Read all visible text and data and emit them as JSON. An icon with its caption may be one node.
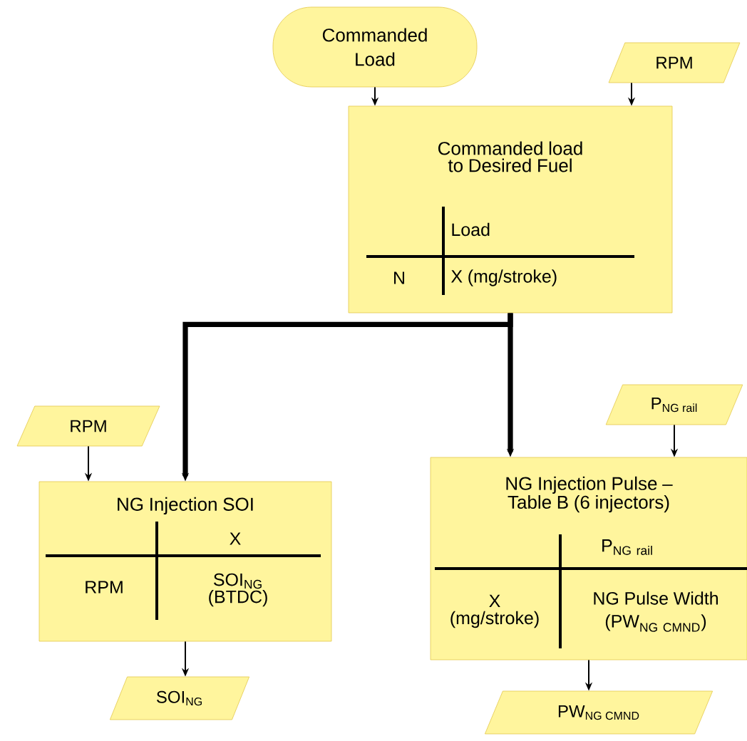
{
  "diagram": {
    "nodes": [
      {
        "text": [
          "Commanded Load"
        ]
      },
      {
        "text": [
          "RPM"
        ]
      },
      {
        "text": [
          "Commanded load to Desired Fuel",
          "Load",
          "N",
          "X (mg/stroke)"
        ]
      },
      {
        "text": [
          "RPM"
        ]
      },
      {
        "text": [
          "NG Injection SOI",
          "X",
          "RPM",
          "SOI$_{NG}$ (BTDC)"
        ]
      },
      {
        "text": [
          "\\text{P}_{\\text{NG rail}}"
        ]
      },
      {
        "text": [
          "NG Injection Pulse – Table B (6 injectors)",
          "\\text{P}_{\\text{NG rail}}",
          "X (mg/stroke)",
          "\\begin{array}{c}\\text{NG Pulse Width}\\\\ \\text{(PW}_{\\text{NG CMND}}\\text{)}\\end{array}"
        ]
      },
      {
        "text": [
          "SOI$_{NG}$"
        ]
      },
      {
        "text": [
          "\\text{PW}_{\\text{NG CMND}}"
        ]
      }
    ],
    "edges": [
      {
        "from": 0,
        "to": 2,
        "arrow": "to"
      },
      {
        "from": 1,
        "to": 2,
        "arrow": "to"
      },
      {
        "from": 2,
        "to": 4,
        "arrow": "to",
        "style": "thick"
      },
      {
        "from": 2,
        "to": 6,
        "arrow": "to",
        "style": "thick"
      },
      {
        "from": 3,
        "to": 4,
        "arrow": "to"
      },
      {
        "from": 5,
        "to": 6,
        "arrow": "to"
      },
      {
        "from": 4,
        "to": 7,
        "arrow": "to"
      },
      {
        "from": 6,
        "to": 8,
        "arrow": "to"
      }
    ]
  }
}
